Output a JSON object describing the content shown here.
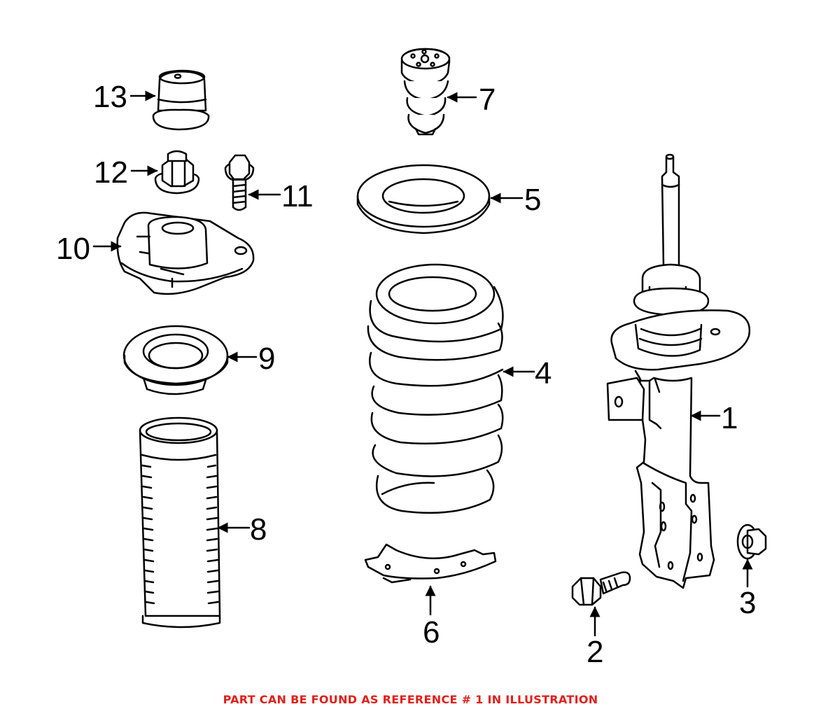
{
  "diagram": {
    "callouts": [
      {
        "id": "1",
        "label": "1"
      },
      {
        "id": "2",
        "label": "2"
      },
      {
        "id": "3",
        "label": "3"
      },
      {
        "id": "4",
        "label": "4"
      },
      {
        "id": "5",
        "label": "5"
      },
      {
        "id": "6",
        "label": "6"
      },
      {
        "id": "7",
        "label": "7"
      },
      {
        "id": "8",
        "label": "8"
      },
      {
        "id": "9",
        "label": "9"
      },
      {
        "id": "10",
        "label": "10"
      },
      {
        "id": "11",
        "label": "11"
      },
      {
        "id": "12",
        "label": "12"
      },
      {
        "id": "13",
        "label": "13"
      }
    ]
  },
  "footer": {
    "note": "PART CAN BE FOUND AS REFERENCE # 1 IN ILLUSTRATION",
    "note_color": "#e0201b"
  },
  "colors": {
    "line": "#000000",
    "background": "#ffffff"
  }
}
